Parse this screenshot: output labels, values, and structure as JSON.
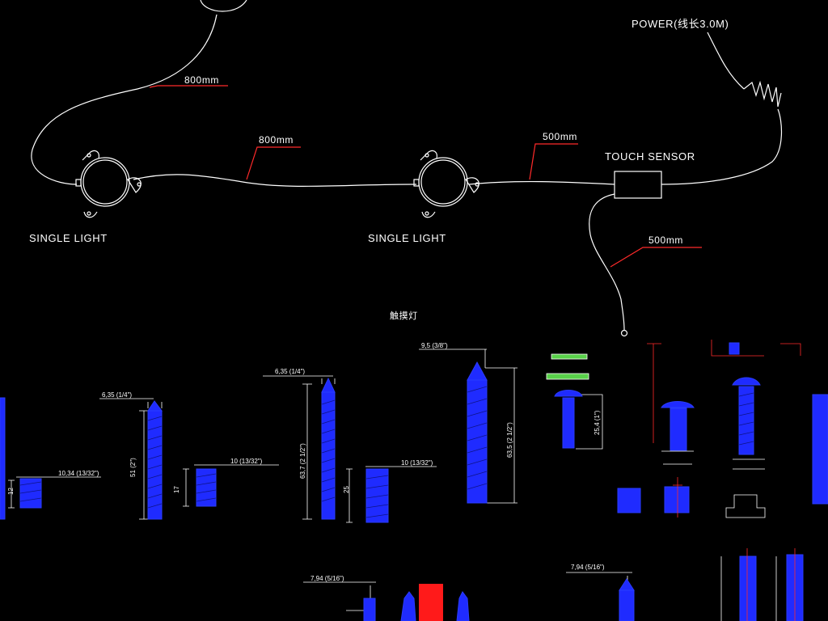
{
  "labels": {
    "power": "POWER(线长3.0M)",
    "touch_sensor": "TOUCH SENSOR",
    "single_light_1": "SINGLE LIGHT",
    "single_light_2": "SINGLE LIGHT",
    "cable_top": "800mm",
    "cable_middle": "800mm",
    "cable_right": "500mm",
    "cable_lower": "500mm",
    "section_title": "触摸灯"
  },
  "dimensions": {
    "d1_width": "6,35 (1/4\")",
    "d1_length": "51 (2\")",
    "d1_insert_width": "10,34 (13/32\")",
    "d1_insert_height": "12",
    "d2_insert_width": "10 (13/32\")",
    "d2_insert_height": "17",
    "d3_width": "6,35 (1/4\")",
    "d3_length": "63,7 (2 1/2\")",
    "d3_insert_width": "10 (13/32\")",
    "d3_insert_height": "25",
    "d4_width": "9,5 (3/8\")",
    "d4_length": "63,5 (2 1/2\")",
    "d5_bolt_length": "25,4 (1\")",
    "d6_bottom_width": "7,94 (5/16\")",
    "d7_bottom_width": "7,94 (5/16\")"
  },
  "colors": {
    "background": "#000000",
    "line": "#ffffff",
    "leader": "#ff2a2a",
    "screw": "#1f2bff",
    "green_part": "#59d14a",
    "red_part": "#ff1a1a"
  }
}
